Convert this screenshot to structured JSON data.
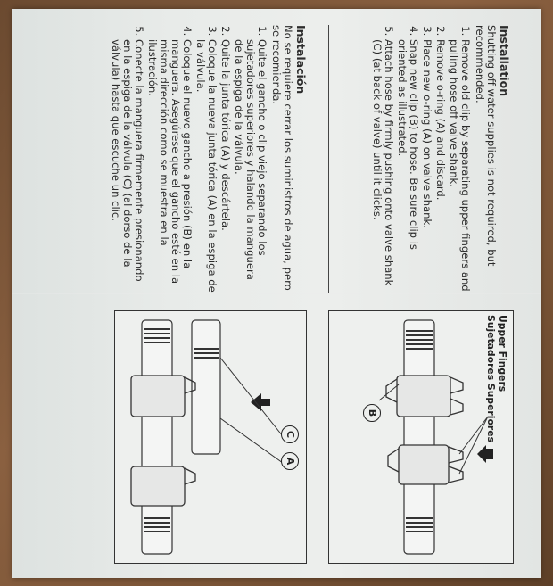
{
  "english": {
    "heading": "Installation",
    "intro": "Shutting off water supplies is not required, but recommended.",
    "steps": [
      "Remove old clip by separating upper fingers and pulling hose off valve shank.",
      "Remove o-ring (A) and discard.",
      "Place new o-ring (A) on valve shank.",
      "Snap new clip (B) to hose. Be sure clip is oriented as illustrated.",
      "Attach hose by firmly pushing onto valve shank (C) (at back of valve) until it clicks."
    ]
  },
  "spanish": {
    "heading": "Instalación",
    "intro": "No se requiere cerrar los suministros de agua, pero se recomienda.",
    "steps": [
      "Quite el gancho o clip viejo separando los sujetadores superiores y halando la manguera de la espiga de la válvula.",
      "Quite la junta tórica (A) y descártela.",
      "Coloque la nueva junta tórica (A) en la espiga de la válvula.",
      "Coloque el nuevo gancho a presión (B) en la manguera. Asegúrese que el gancho esté en la misma dirección como se muestra en la ilustración.",
      "Conecte la manguera firmemente presionando en la espiga de la válvula (C) (al dorso de la válvula) hasta que escuche un clic."
    ]
  },
  "figure": {
    "label_en": "Upper Fingers",
    "label_es": "Sujetadores Superiores",
    "callout_b": "B",
    "callout_a": "A",
    "callout_c": "C"
  }
}
